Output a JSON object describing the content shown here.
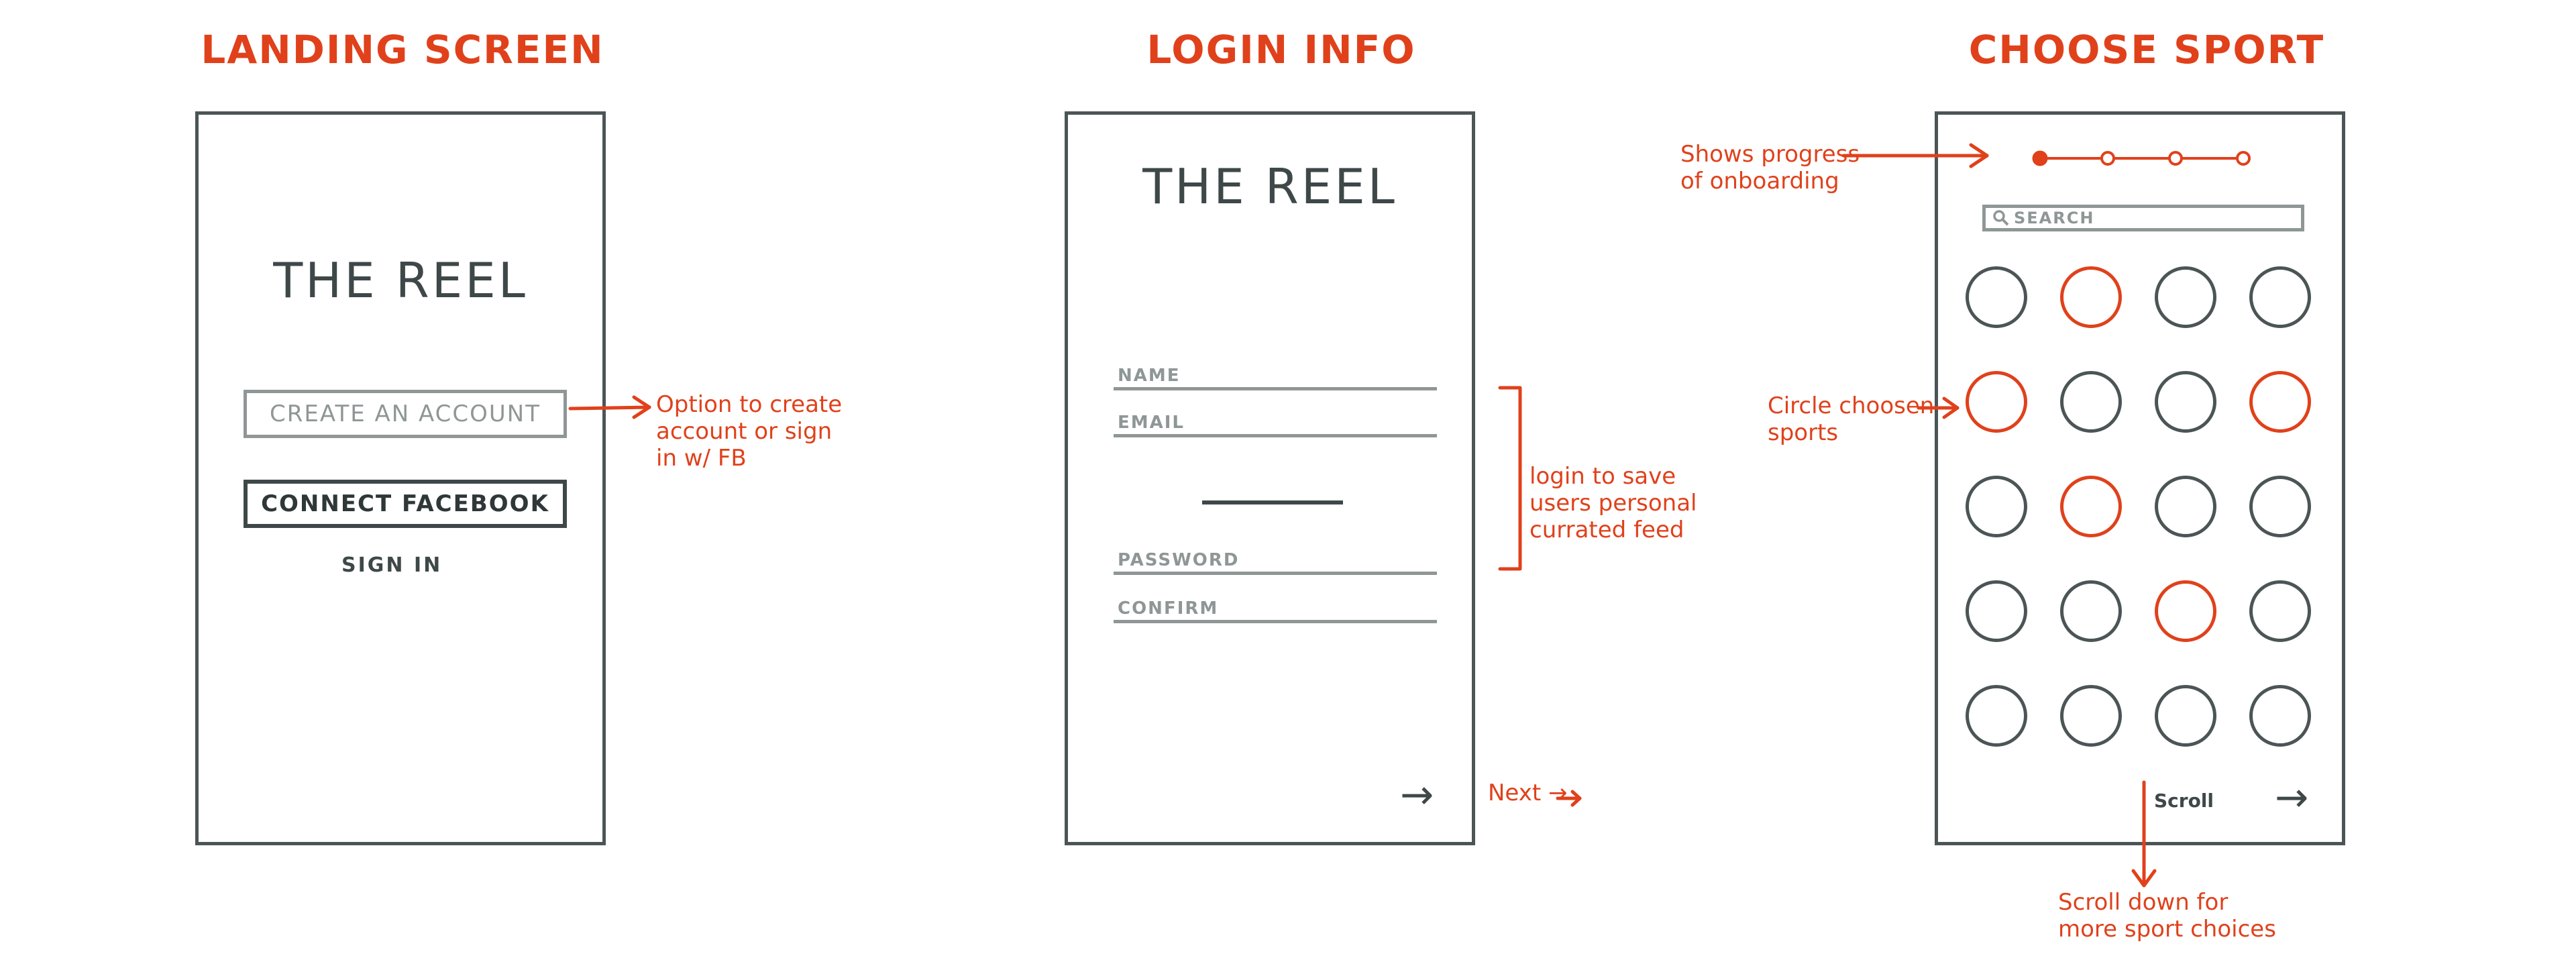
{
  "screens": [
    {
      "title": "LANDING SCREEN",
      "brand": "THE REEL",
      "create_account_label": "CREATE AN ACCOUNT",
      "connect_facebook_label": "CONNECT FACEBOOK",
      "sign_in_label": "SIGN IN"
    },
    {
      "title": "LOGIN INFO",
      "brand": "THE REEL",
      "fields": [
        {
          "label": "NAME"
        },
        {
          "label": "EMAIL"
        },
        {
          "label": "PASSWORD"
        },
        {
          "label": "CONFIRM"
        }
      ],
      "next_arrow": "→"
    },
    {
      "title": "CHOOSE SPORT",
      "search_label": "SEARCH",
      "progress": {
        "steps": 4,
        "current": 1
      },
      "sports_grid": {
        "rows": 5,
        "cols": 4,
        "selected": [
          [
            false,
            true,
            false,
            false
          ],
          [
            true,
            false,
            false,
            true
          ],
          [
            false,
            true,
            false,
            false
          ],
          [
            false,
            false,
            true,
            false
          ],
          [
            false,
            false,
            false,
            false
          ]
        ]
      },
      "scroll_label": "Scroll",
      "next_arrow": "→"
    }
  ],
  "annotations": {
    "create_account": [
      "Option to create",
      "account or sign",
      "in w/ FB"
    ],
    "login": [
      "login to save",
      "users personal",
      "currated feed"
    ],
    "next": "Next →",
    "progress": [
      "Shows progress",
      "of onboarding"
    ],
    "circle": [
      "Circle choosen",
      "sports"
    ],
    "scroll": [
      "Scroll down for",
      "more sport choices"
    ]
  },
  "colors": {
    "accent": "#e0411b",
    "ink": "#4c5556",
    "muted": "#8f9696"
  }
}
